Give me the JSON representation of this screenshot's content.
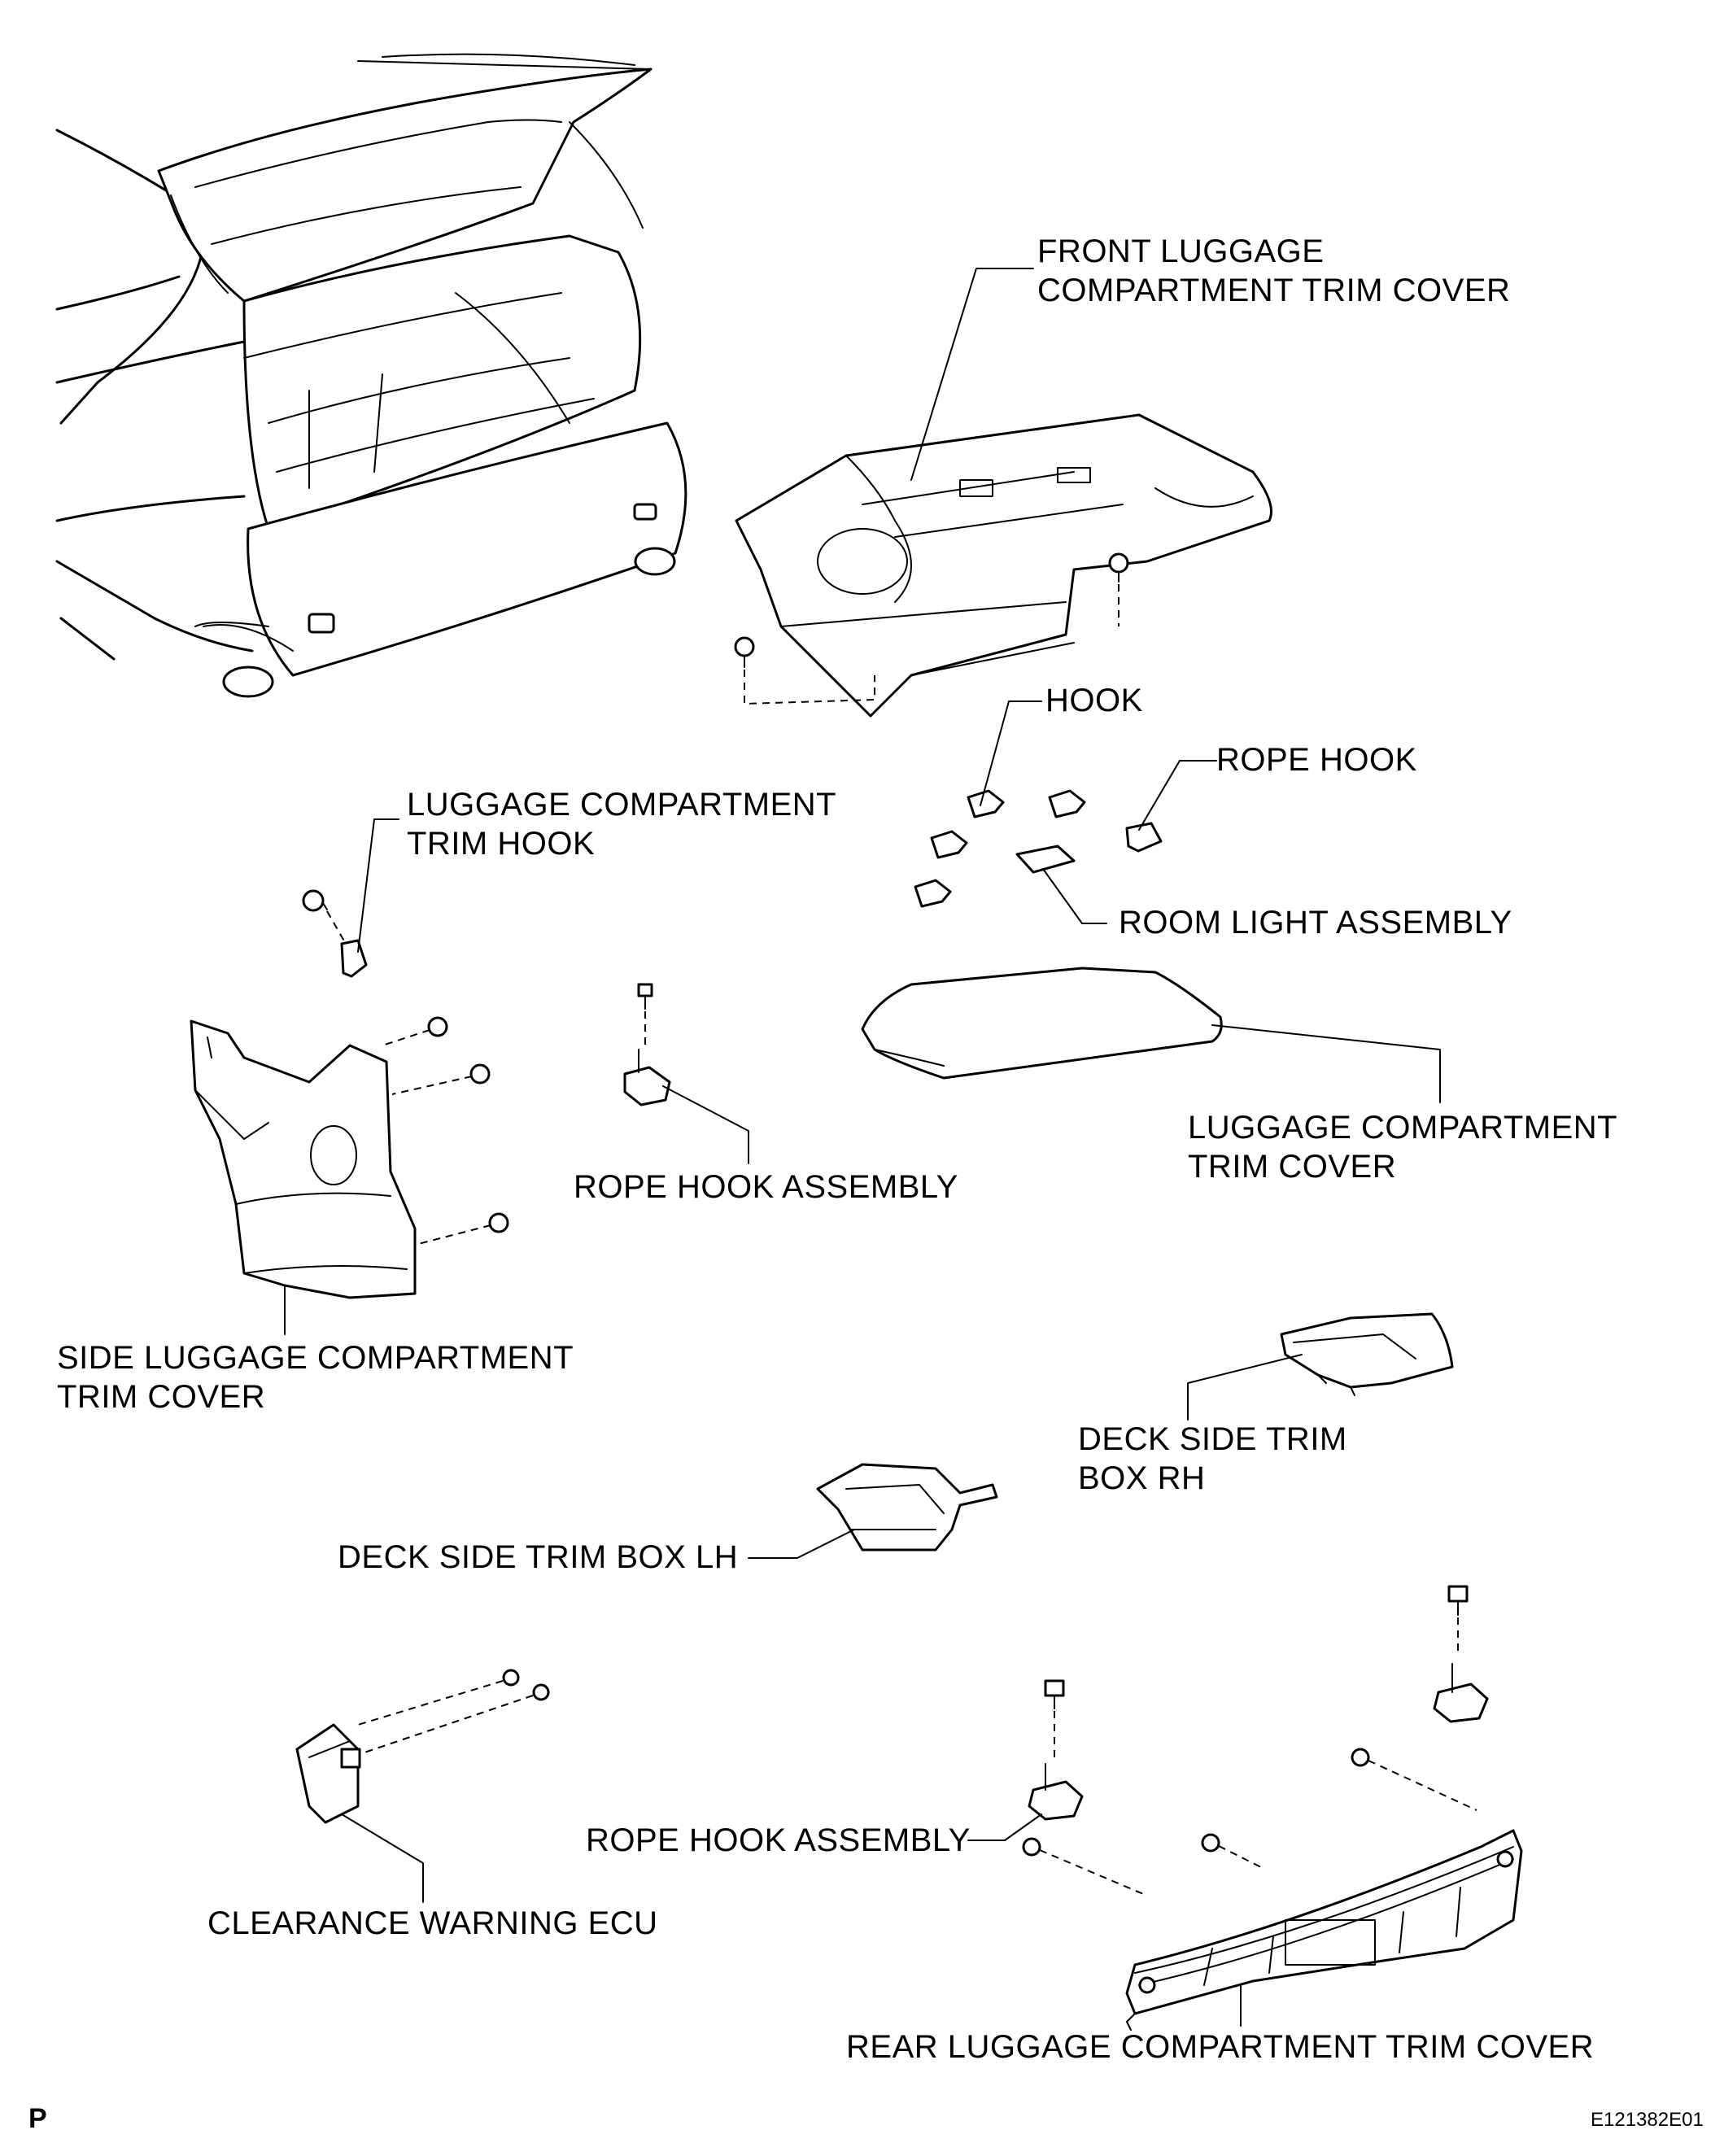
{
  "labels": {
    "front_luggage_trim_cover_1": "FRONT LUGGAGE",
    "front_luggage_trim_cover_2": "COMPARTMENT TRIM COVER",
    "hook": "HOOK",
    "rope_hook": "ROPE HOOK",
    "luggage_trim_hook_1": "LUGGAGE COMPARTMENT",
    "luggage_trim_hook_2": "TRIM HOOK",
    "room_light_assembly": "ROOM LIGHT ASSEMBLY",
    "luggage_trim_cover_1": "LUGGAGE COMPARTMENT",
    "luggage_trim_cover_2": "TRIM COVER",
    "rope_hook_assembly_upper": "ROPE HOOK ASSEMBLY",
    "side_luggage_trim_cover_1": "SIDE LUGGAGE COMPARTMENT",
    "side_luggage_trim_cover_2": "TRIM COVER",
    "deck_side_trim_box_rh_1": "DECK SIDE TRIM",
    "deck_side_trim_box_rh_2": "BOX RH",
    "deck_side_trim_box_lh": "DECK SIDE TRIM BOX LH",
    "rope_hook_assembly_lower": "ROPE HOOK ASSEMBLY",
    "clearance_warning_ecu": "CLEARANCE WARNING ECU",
    "rear_luggage_trim_cover": "REAR LUGGAGE COMPARTMENT TRIM COVER"
  },
  "footer": {
    "left_mark": "P",
    "figure_code": "E121382E01"
  }
}
